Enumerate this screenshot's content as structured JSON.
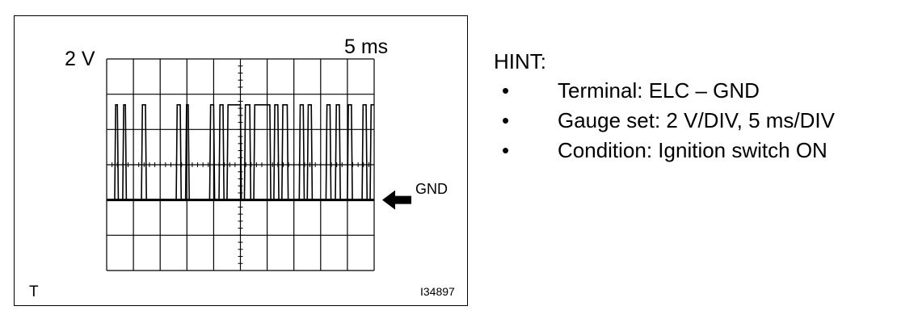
{
  "figure": {
    "volt_per_div": "2 V",
    "time_per_div": "5 ms",
    "gnd_label": "GND",
    "corner_label": "T",
    "figure_id": "I34897",
    "grid": {
      "columns": 10,
      "rows": 6
    },
    "signal": {
      "description_units": "divisions",
      "ground_level_div": 0,
      "high_level_div": 2.7,
      "transition_marks": [
        0.3,
        0.4,
        0.6,
        0.7,
        1.3,
        1.45,
        2.6,
        2.75,
        2.95,
        3.05,
        3.85,
        4.0,
        4.2,
        4.35,
        4.5,
        5.0,
        5.15,
        5.35,
        5.5,
        6.1,
        6.25,
        6.4,
        6.55,
        6.75,
        7.2,
        7.35,
        7.5,
        7.65,
        8.2,
        8.35,
        8.55,
        8.7,
        9.0,
        9.15,
        9.55,
        9.7,
        9.85
      ]
    }
  },
  "hint": {
    "title": "HINT:",
    "items": [
      {
        "bullet": "•",
        "text": "Terminal: ELC – GND"
      },
      {
        "bullet": "•",
        "text": "Gauge set: 2 V/DIV, 5 ms/DIV"
      },
      {
        "bullet": "•",
        "text": "Condition: Ignition switch ON"
      }
    ]
  }
}
